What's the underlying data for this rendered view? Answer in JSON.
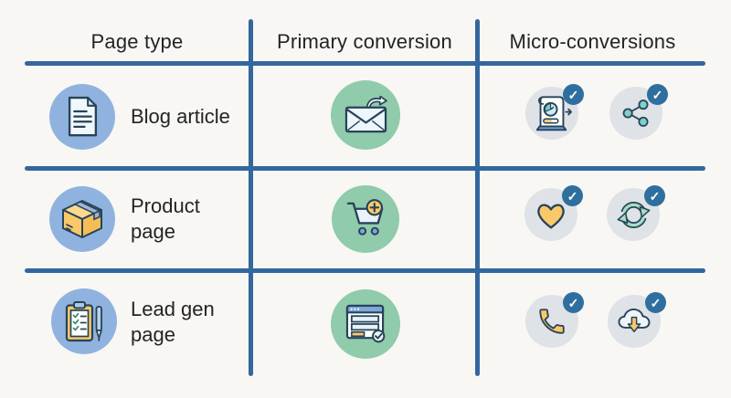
{
  "table": {
    "headers": [
      {
        "label": "Page type"
      },
      {
        "label": "Primary conversion"
      },
      {
        "label": "Micro-conversions"
      }
    ],
    "rows": [
      {
        "page_type": {
          "label": "Blog article",
          "lines": [
            "Blog article"
          ],
          "icon": "document-icon"
        },
        "primary_conversion": {
          "icon": "email-signup-icon"
        },
        "micro_conversions": [
          {
            "icon": "scroll-depth-icon",
            "checked": true
          },
          {
            "icon": "share-icon",
            "checked": true
          }
        ]
      },
      {
        "page_type": {
          "label": "Product page",
          "lines": [
            "Product",
            "page"
          ],
          "icon": "package-icon"
        },
        "primary_conversion": {
          "icon": "add-to-cart-icon"
        },
        "micro_conversions": [
          {
            "icon": "wishlist-heart-icon",
            "checked": true
          },
          {
            "icon": "compare-refresh-icon",
            "checked": true
          }
        ]
      },
      {
        "page_type": {
          "label": "Lead gen page",
          "lines": [
            "Lead gen",
            "page"
          ],
          "icon": "clipboard-checklist-icon"
        },
        "primary_conversion": {
          "icon": "form-submit-icon"
        },
        "micro_conversions": [
          {
            "icon": "phone-call-icon",
            "checked": true
          },
          {
            "icon": "cloud-download-icon",
            "checked": true
          }
        ]
      }
    ]
  },
  "badge": {
    "check_glyph": "✓"
  },
  "colors": {
    "grid_line": "#33679d",
    "page_type_circle": "#8fb3de",
    "primary_circle": "#90cbab",
    "micro_circle": "#dfe2e6",
    "badge": "#2e6f9f",
    "accent_yellow": "#f9c869",
    "icon_outline": "#27435a",
    "background": "#f8f7f4",
    "text": "#242424"
  }
}
